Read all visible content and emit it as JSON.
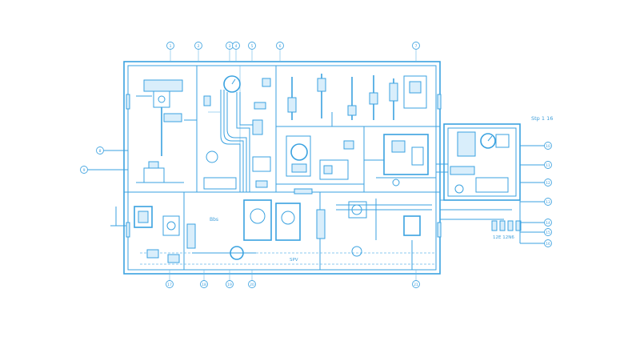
{
  "diagram": {
    "title_label": "Stp 1 16",
    "accent_color": "#3aa2e0",
    "labels": {
      "bottom_right": "12E 12N6",
      "left_mid": "Bbs",
      "center_bottom": "SPV"
    },
    "callouts": {
      "top": [
        "1",
        "2",
        "3",
        "4",
        "5",
        "6",
        "7"
      ],
      "left": [
        "8",
        "9"
      ],
      "right": [
        "10",
        "11",
        "12",
        "13",
        "14",
        "15",
        "16"
      ],
      "bottom": [
        "17",
        "18",
        "19",
        "20",
        "21"
      ]
    }
  }
}
